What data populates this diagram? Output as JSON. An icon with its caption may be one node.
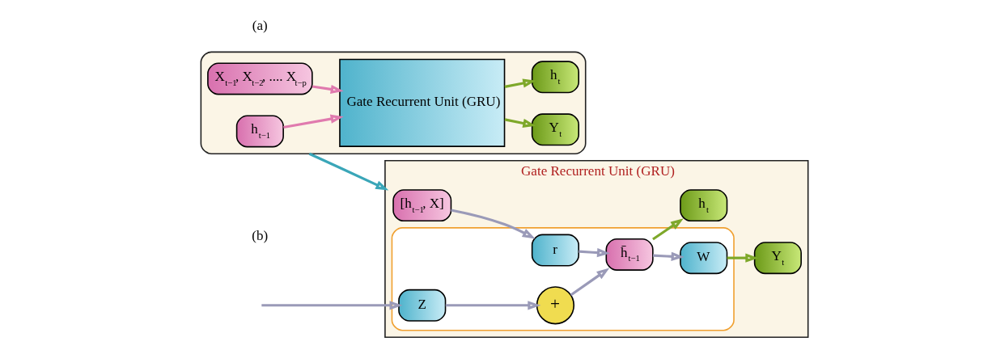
{
  "diagram": {
    "nodes": [
      {
        "text": [],
        "shape": "box"
      },
      {
        "text": [
          "h$_{t−1}$"
        ],
        "in": 0
      },
      {
        "text": [
          "X$_{t−1}$, X$_{t−2}$, .... X$_{t−p}$"
        ],
        "in": 0
      },
      {
        "text": [
          "Gate Recurrent Unit (GRU)"
        ],
        "in": 0
      },
      {
        "text": [
          "Y$_{t}$"
        ],
        "in": 0
      },
      {
        "text": [
          "h$_{t}$"
        ],
        "in": 0
      },
      {
        "text": [
          "Gate Recurrent Unit (GRU)"
        ]
      },
      {
        "text": [
          "[h$_{t−1}$, X]"
        ],
        "in": 6
      },
      {
        "text": [],
        "shape": "box",
        "in": 6
      },
      {
        "text": [
          "r"
        ],
        "in": 8
      },
      {
        "text": [
          "h̄$_{t−1}$"
        ],
        "in": 8
      },
      {
        "text": [
          "W"
        ],
        "in": 8
      },
      {
        "text": [
          "Z"
        ],
        "in": 8
      },
      {
        "text": [
          "+"
        ],
        "in": 8
      },
      {
        "text": [
          "Y$_{t}$"
        ],
        "in": 6
      },
      {
        "text": [
          "h$_{t}$"
        ],
        "in": 6
      }
    ],
    "edges": [
      {
        "from": 1,
        "to": 3,
        "arrow": "to",
        "color": "#e07aae"
      },
      {
        "from": 2,
        "to": 3,
        "arrow": "to",
        "color": "#e07aae"
      },
      {
        "from": 3,
        "to": 4,
        "arrow": "to",
        "color": "#7ea82a"
      },
      {
        "from": 3,
        "to": 5,
        "arrow": "to",
        "color": "#7ea82a"
      },
      {
        "from": 0,
        "to": 6,
        "arrow": "to",
        "color": "#3aa6b8"
      },
      {
        "from": 7,
        "to": 9,
        "arrow": "to"
      },
      {
        "from": 9,
        "to": 10,
        "arrow": "to"
      },
      {
        "from": 10,
        "to": 11,
        "arrow": "to"
      },
      {
        "from": 11,
        "to": 14,
        "arrow": "to",
        "color": "#7ea82a"
      },
      {
        "from": 10,
        "to": 15,
        "arrow": "to",
        "color": "#7ea82a"
      },
      {
        "from": null,
        "to": 12,
        "arrow": "to"
      },
      {
        "from": 12,
        "to": 13,
        "arrow": "to"
      },
      {
        "from": 13,
        "to": 10,
        "arrow": "to"
      }
    ],
    "labels": [
      "(a)",
      "(b)"
    ]
  }
}
